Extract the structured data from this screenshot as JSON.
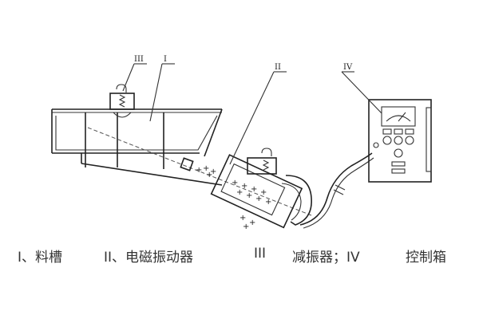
{
  "labels": {
    "trough": "I",
    "vibrator": "II",
    "damper": "III",
    "control_box": "IV"
  },
  "caption": {
    "item1": "I、料槽",
    "item2": "II、电磁振动器",
    "item3": "III",
    "item4": "减振器；IV",
    "item5": "控制箱"
  }
}
